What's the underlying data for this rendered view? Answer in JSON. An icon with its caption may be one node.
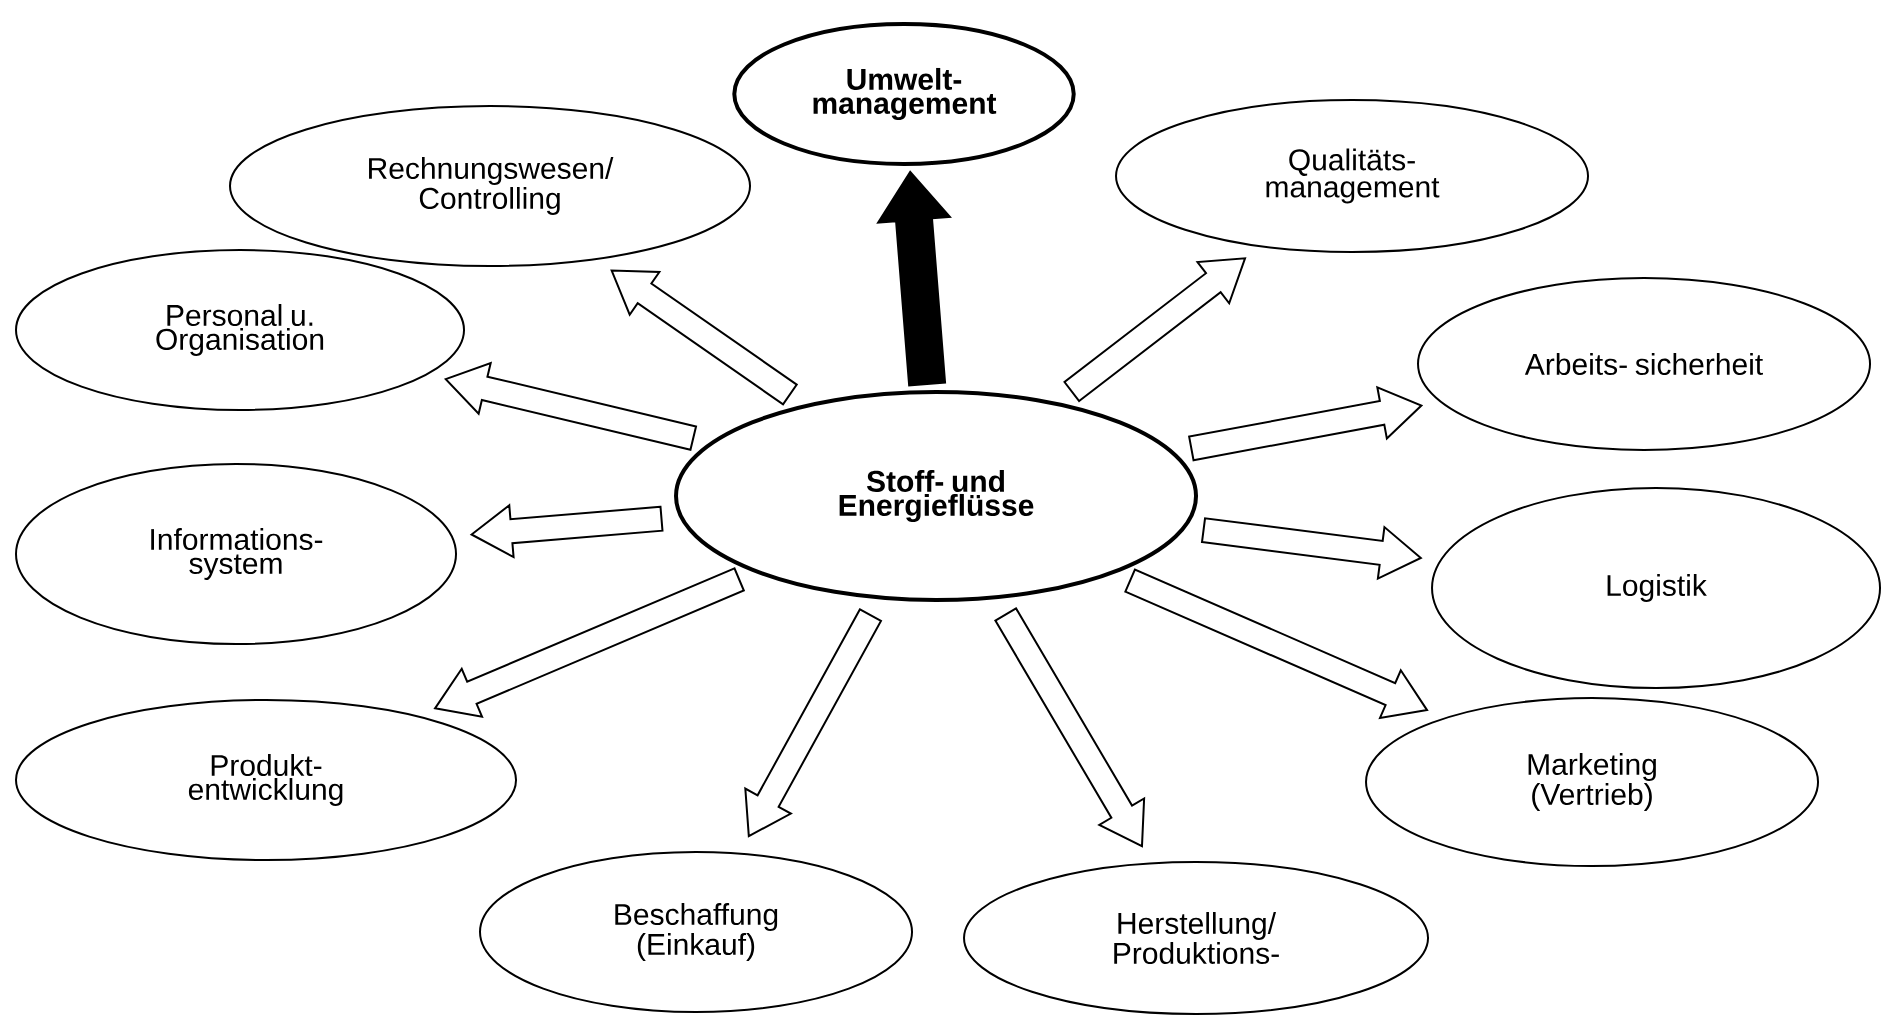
{
  "diagram": {
    "nodes": [
      {
        "text": [
          "Umwelt- management"
        ]
      },
      {
        "text": [
          "Rechnungswesen/ Controlling"
        ]
      },
      {
        "text": [
          "Qualitäts- management"
        ]
      },
      {
        "text": [
          "Personal u. Organisation"
        ]
      },
      {
        "text": [
          "Arbeits- sicherheit"
        ]
      },
      {
        "text": [
          "Stoff- und Energieflüsse"
        ]
      },
      {
        "text": [
          "Informations- system"
        ]
      },
      {
        "text": [
          "Logistik"
        ]
      },
      {
        "text": [
          "Produkt- entwicklung"
        ]
      },
      {
        "text": [
          "Marketing (Vertrieb)"
        ]
      },
      {
        "text": [
          "Beschaffung (Einkauf)"
        ]
      },
      {
        "text": [
          "Herstellung/ Produktions-"
        ]
      }
    ],
    "edges": [
      {
        "from": 5,
        "to": 0,
        "arrow": "to",
        "style": "thick"
      },
      {
        "from": 5,
        "to": 1,
        "arrow": "to"
      },
      {
        "from": 5,
        "to": 2,
        "arrow": "to"
      },
      {
        "from": 5,
        "to": 3,
        "arrow": "to"
      },
      {
        "from": 5,
        "to": 4,
        "arrow": "to"
      },
      {
        "from": 5,
        "to": 6,
        "arrow": "to"
      },
      {
        "from": 5,
        "to": 7,
        "arrow": "to"
      },
      {
        "from": 5,
        "to": 8,
        "arrow": "to"
      },
      {
        "from": 5,
        "to": 9,
        "arrow": "to"
      },
      {
        "from": 5,
        "to": 10,
        "arrow": "to"
      },
      {
        "from": 5,
        "to": 11,
        "arrow": "to"
      }
    ]
  }
}
